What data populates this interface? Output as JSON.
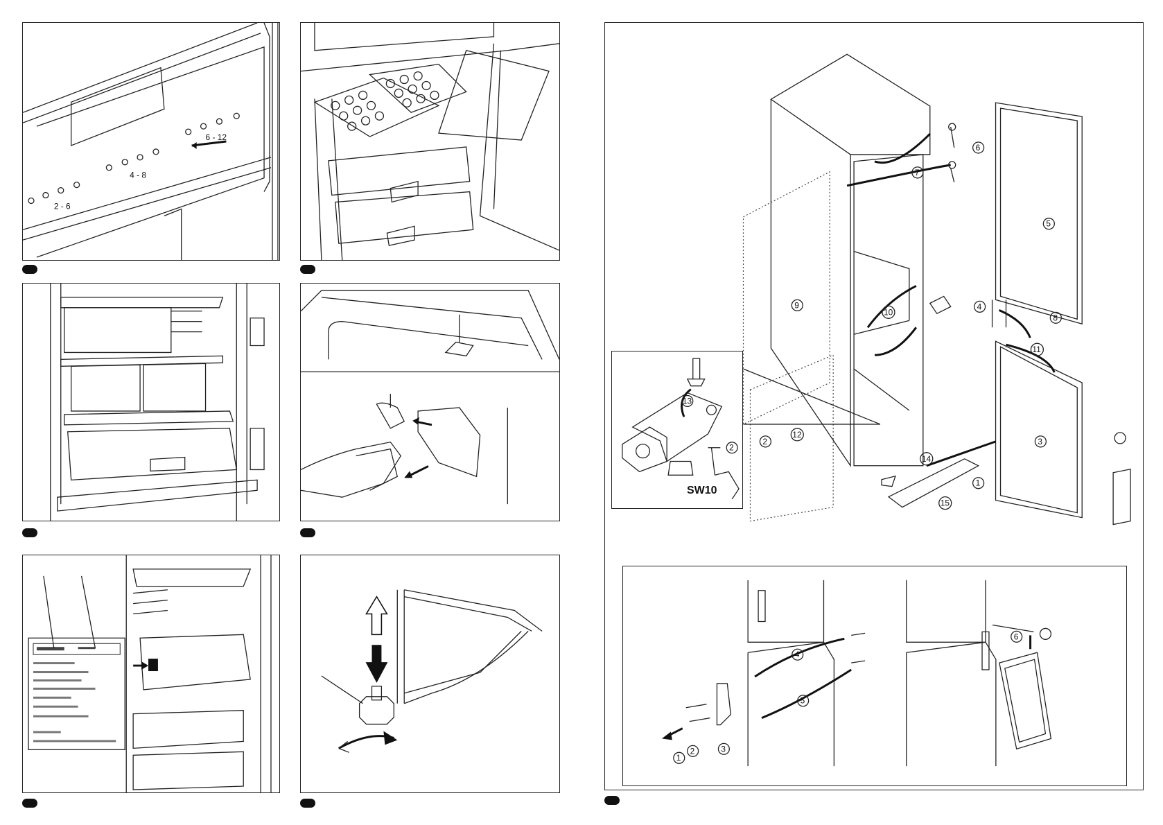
{
  "detail_label": "SW10",
  "figure_numbers": {
    "n1": "1",
    "n2": "2",
    "n3": "3",
    "n4": "4",
    "n5": "5",
    "n6": "6",
    "n7": "7",
    "n8": "8",
    "n9": "9",
    "n10": "10",
    "n11": "11",
    "n12": "12",
    "n13": "13",
    "n14": "14",
    "n15": "15"
  },
  "handle_numbers": {
    "h1": "1",
    "h2": "2",
    "h3": "3",
    "h4": "4",
    "h5": "5",
    "h6": "6"
  },
  "control_panel": {
    "zone_a": "2 - 6",
    "zone_b": "4 - 8",
    "zone_c": "6 - 12"
  },
  "icons": [
    "arrow-icon",
    "door-icon",
    "hinge-icon",
    "screw-icon",
    "wrench-icon",
    "hand-icon",
    "bag-icon",
    "foot-icon"
  ]
}
